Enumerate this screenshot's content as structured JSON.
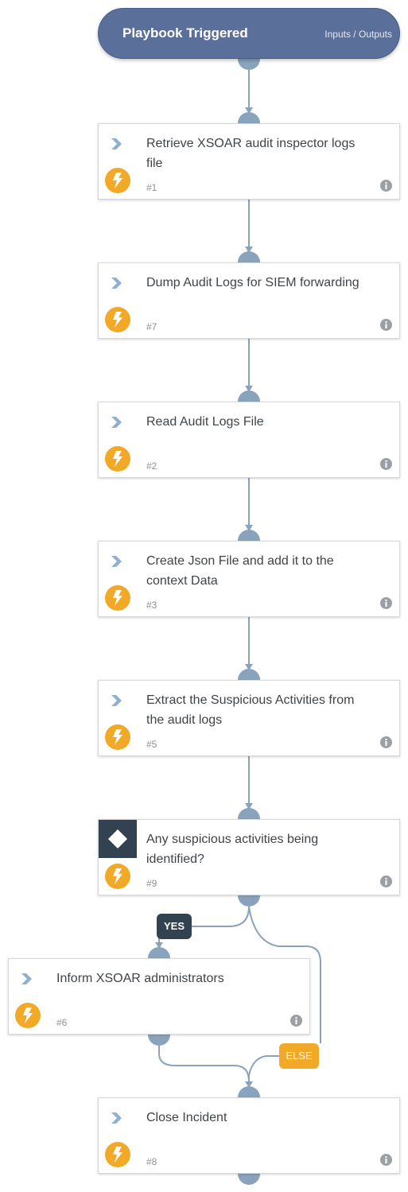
{
  "trigger": {
    "title": "Playbook Triggered",
    "io_label": "Inputs / Outputs"
  },
  "tasks": [
    {
      "label": "Retrieve XSOAR audit inspector logs file",
      "number": "#1"
    },
    {
      "label": "Dump Audit Logs for SIEM forwarding",
      "number": "#7"
    },
    {
      "label": "Read Audit Logs File",
      "number": "#2"
    },
    {
      "label": "Create Json File and add it to the context Data",
      "number": "#3"
    },
    {
      "label": "Extract the Suspicious Activities from the audit logs",
      "number": "#5"
    },
    {
      "label": "Any suspicious activities being identified?",
      "number": "#9"
    },
    {
      "label": "Inform XSOAR administrators",
      "number": "#6"
    },
    {
      "label": "Close Incident",
      "number": "#8"
    }
  ],
  "branches": {
    "yes": "YES",
    "else": "ELSE"
  },
  "colors": {
    "trigger": "#5a6f99",
    "connector": "#8aa3bd",
    "bolt": "#f2a928",
    "condition": "#324251",
    "else_tag": "#f2a928"
  },
  "icons": {
    "task_type": "chevron-right-icon",
    "condition_type": "diamond-icon",
    "automation": "lightning-bolt-icon",
    "details": "info-icon"
  }
}
